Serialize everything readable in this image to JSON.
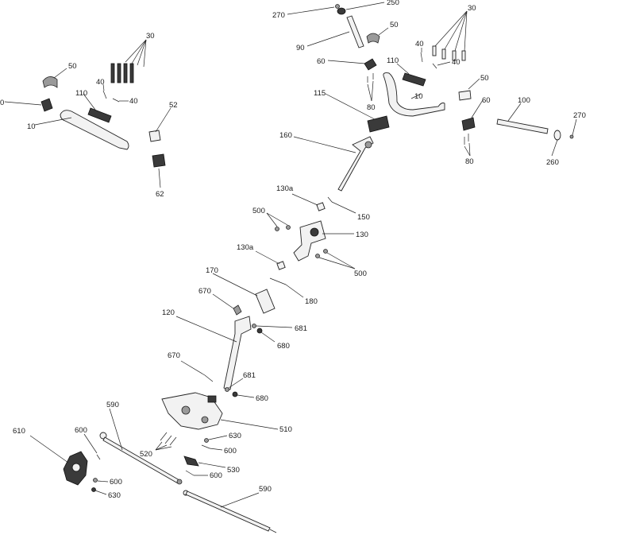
{
  "labels": {
    "l270a": "270",
    "l250": "250",
    "l30a": "30",
    "l50a": "50",
    "l90": "90",
    "l40a": "40",
    "l40b": "40",
    "l60a": "60",
    "l110a": "110",
    "l10a": "10",
    "l80a": "80",
    "l50b": "50",
    "l115": "115",
    "l60b": "60",
    "l100": "100",
    "l270b": "270",
    "l80b": "80",
    "l260": "260",
    "l160": "160",
    "l30b": "30",
    "l50c": "50",
    "l40c": "40",
    "l40d": "40",
    "l0": "0",
    "l110b": "110",
    "l52": "52",
    "l10b": "10",
    "l62": "62",
    "l130a1": "130a",
    "l150": "150",
    "l500a": "500",
    "l130": "130",
    "l130a2": "130a",
    "l500b": "500",
    "l170": "170",
    "l180": "180",
    "l670a": "670",
    "l120": "120",
    "l681a": "681",
    "l680a": "680",
    "l670b": "670",
    "l681b": "681",
    "l680b": "680",
    "l590a": "590",
    "l510": "510",
    "l610": "610",
    "l600a": "600",
    "l630a": "630",
    "l520": "520",
    "l600b": "600",
    "l530": "530",
    "l600c": "600",
    "l600d": "600",
    "l630b": "630",
    "l590b": "590"
  }
}
